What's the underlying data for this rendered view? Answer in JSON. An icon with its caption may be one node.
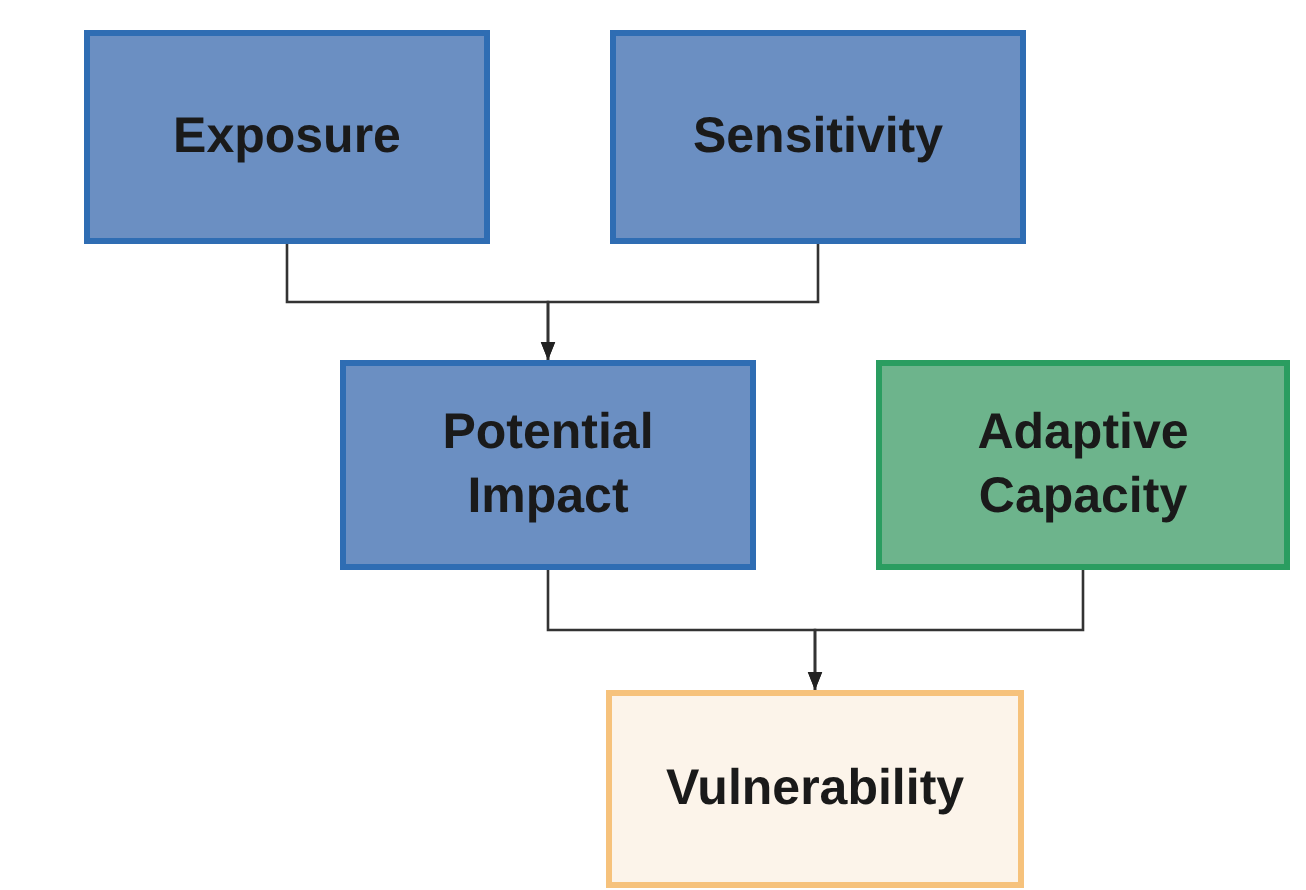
{
  "diagram": {
    "nodes": [
      {
        "text": [
          "Exposure"
        ]
      },
      {
        "text": [
          "Sensitivity"
        ]
      },
      {
        "text": [
          "Potential Impact"
        ]
      },
      {
        "text": [
          "Adaptive Capacity"
        ]
      },
      {
        "text": [
          "Vulnerability"
        ]
      }
    ],
    "edges": [
      {
        "from": 0,
        "to": 2,
        "arrow": "to"
      },
      {
        "from": 1,
        "to": 2,
        "arrow": "to"
      },
      {
        "from": 2,
        "to": 4,
        "arrow": "to"
      },
      {
        "from": 3,
        "to": 4,
        "arrow": "to"
      }
    ]
  }
}
